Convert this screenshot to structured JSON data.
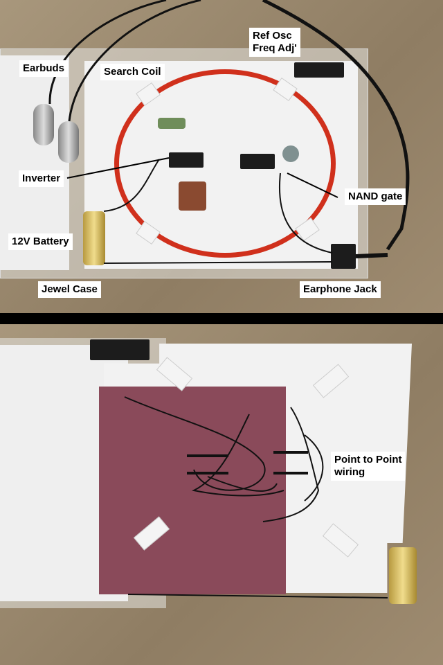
{
  "top_photo": {
    "labels": {
      "earbuds": "Earbuds",
      "search_coil": "Search Coil",
      "ref_osc_line1": "Ref Osc",
      "ref_osc_line2": "Freq Adj'",
      "inverter": "Inverter",
      "nand_gate": "NAND gate",
      "battery": "12V Battery",
      "jewel_case": "Jewel Case",
      "earphone_jack": "Earphone Jack"
    }
  },
  "bottom_photo": {
    "labels": {
      "wiring_line1": "Point to Point",
      "wiring_line2": "wiring"
    }
  },
  "colors": {
    "coil": "#d0301c",
    "board": "#f2f2f2",
    "backing": "#8a4a5a",
    "cardboard": "#9c8a70"
  }
}
